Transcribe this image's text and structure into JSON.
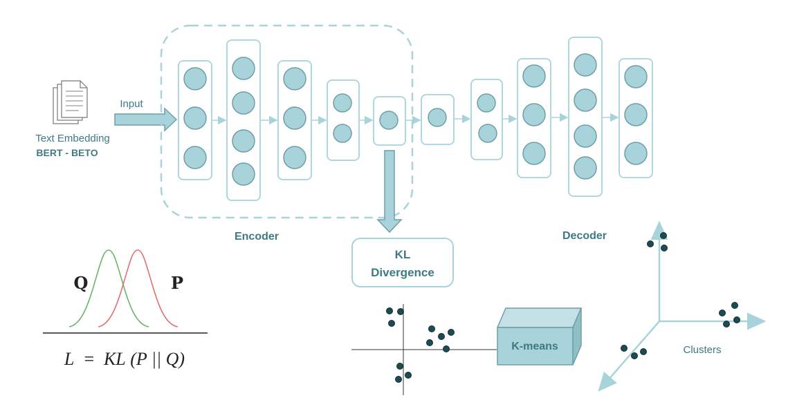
{
  "input": {
    "arrow_label": "Input",
    "source_label": "Text Embedding",
    "model_label": "BERT - BETO"
  },
  "encoder": {
    "label": "Encoder"
  },
  "decoder": {
    "label": "Decoder"
  },
  "kl": {
    "line1": "KL",
    "line2": "Divergence"
  },
  "kmeans": {
    "label": "K-means"
  },
  "clusters": {
    "label": "Clusters"
  },
  "formula": {
    "q_label": "Q",
    "p_label": "P",
    "lhs": "L",
    "equals": "=",
    "kl": "KL",
    "args": "(P || Q)"
  },
  "colors": {
    "accent": "#3d7a82",
    "node_fill": "#a8d3da",
    "node_stroke": "#6e9ea6",
    "layer_stroke": "#a8d3da",
    "dot": "#1e4a52",
    "q_curve": "#6ab56a",
    "p_curve": "#e07070"
  }
}
